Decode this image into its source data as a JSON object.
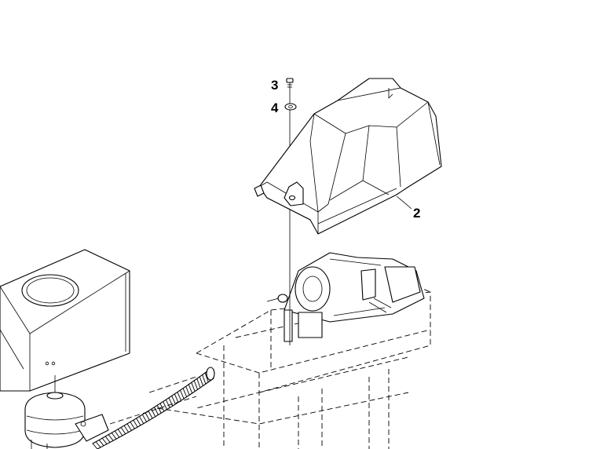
{
  "callouts": [
    {
      "id": "part-3",
      "label": "3"
    },
    {
      "id": "part-4",
      "label": "4"
    },
    {
      "id": "part-2",
      "label": "2"
    }
  ]
}
